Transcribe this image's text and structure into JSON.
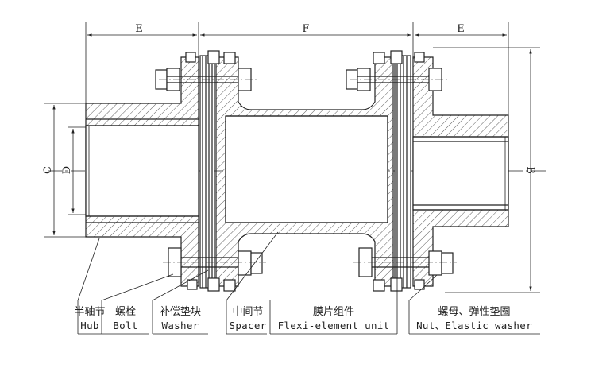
{
  "dimensions": {
    "E_left": "E",
    "F": "F",
    "E_right": "E",
    "C": "C",
    "D": "D",
    "B": "B"
  },
  "parts": [
    {
      "cn": "半轴节",
      "en": "Hub"
    },
    {
      "cn": "螺栓",
      "en": "Bolt"
    },
    {
      "cn": "补偿垫块",
      "en": "Washer"
    },
    {
      "cn": "中间节",
      "en": "Spacer"
    },
    {
      "cn": "膜片组件",
      "en": "Flexi-element unit"
    },
    {
      "cn": "螺母、弹性垫圈",
      "en": "Nut、Elastic washer"
    }
  ]
}
